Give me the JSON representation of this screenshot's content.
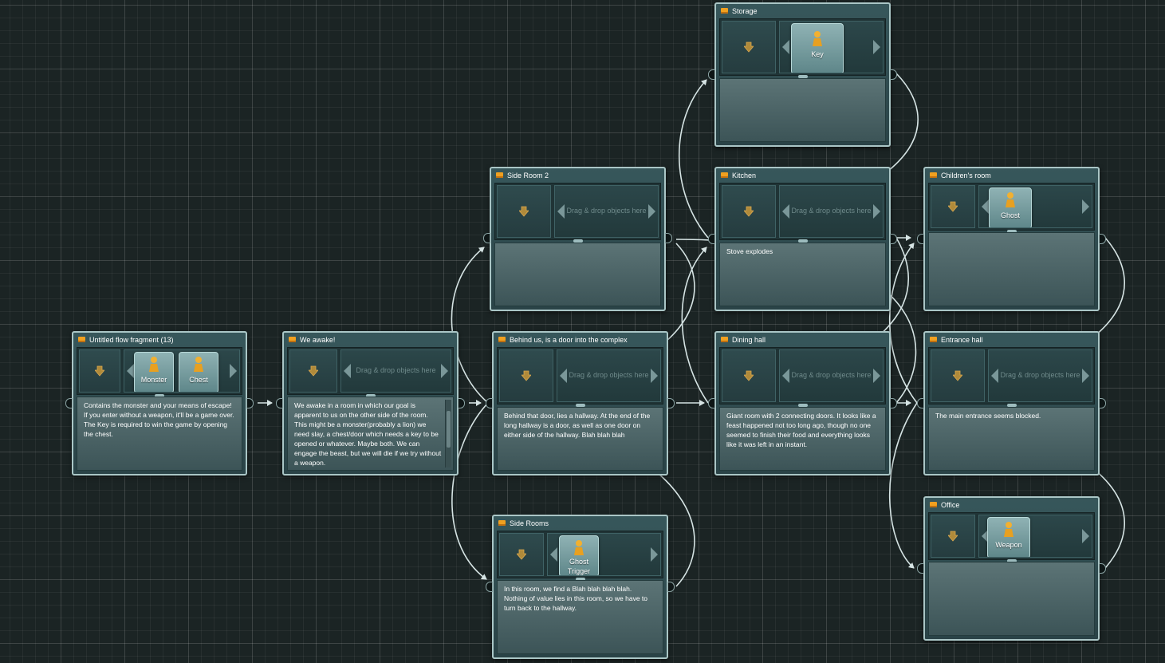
{
  "canvas": {
    "background": "#1b2424",
    "wire_color": "#d6e4e4",
    "accent": "#f0a020"
  },
  "labels": {
    "drag_drop": "Drag & drop objects here"
  },
  "nodes": {
    "untitled": {
      "title": "Untitled flow fragment (13)",
      "pins": [
        {
          "label": "Monster",
          "icon": "pawn-icon"
        },
        {
          "label": "Chest",
          "icon": "pawn-icon"
        }
      ],
      "text": "Contains the monster and your means of escape! If you enter without a weapon, it'll be a game over. The Key is required to win the game by opening the chest."
    },
    "we_awake": {
      "title": "We awake!",
      "text": "We awake in a room in which our goal is apparent to us on the other side of the room. This might be a monster(probably a lion) we need slay, a chest/door which needs a key to be opened or whatever. Maybe both. We can engage the beast, but we will die if we try without a weapon."
    },
    "behind_us": {
      "title": "Behind us, is a door into the complex",
      "text": "Behind that door, lies a hallway. At the end of the long hallway is a door, as well as one door on either side of the hallway. Blah blah blah"
    },
    "side_room_2": {
      "title": "Side Room 2",
      "text": ""
    },
    "side_rooms": {
      "title": "Side Rooms",
      "pins": [
        {
          "label": "Ghost Trigger",
          "icon": "pawn-icon"
        }
      ],
      "text": "In this room, we find a Blah blah blah blah. Nothing of value lies in this room, so we have to turn back to the hallway."
    },
    "storage": {
      "title": "Storage",
      "pins": [
        {
          "label": "Key",
          "icon": "pawn-icon"
        }
      ],
      "text": ""
    },
    "kitchen": {
      "title": "Kitchen",
      "text": "Stove explodes"
    },
    "dining_hall": {
      "title": "Dining hall",
      "text": "Giant room with 2 connecting doors. It looks like a feast happened not too long ago, though no one seemed to finish their food and everything looks like it was left in an instant."
    },
    "childrens_room": {
      "title": "Children's room",
      "pins": [
        {
          "label": "Ghost",
          "icon": "pawn-icon"
        }
      ],
      "text": ""
    },
    "entrance_hall": {
      "title": "Entrance hall",
      "text": "The main entrance seems blocked."
    },
    "office": {
      "title": "Office",
      "pins": [
        {
          "label": "Weapon",
          "icon": "pawn-icon"
        }
      ],
      "text": ""
    }
  }
}
